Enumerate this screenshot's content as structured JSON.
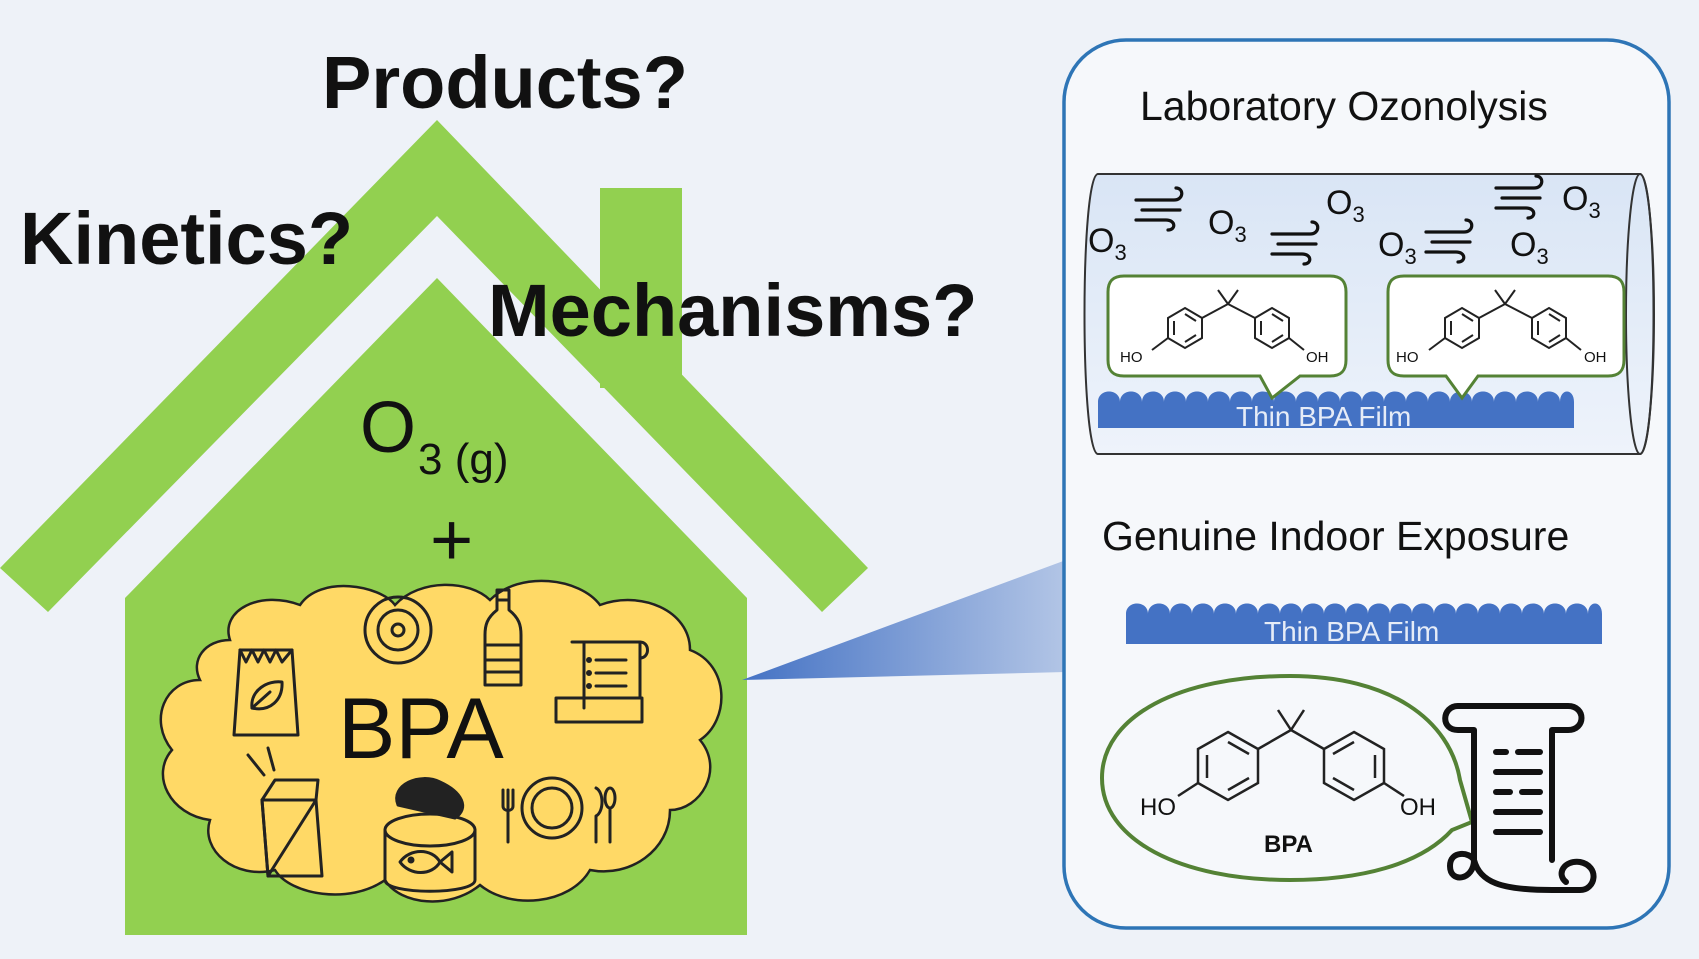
{
  "questions": {
    "products": "Products?",
    "kinetics": "Kinetics?",
    "mechanisms": "Mechanisms?"
  },
  "house": {
    "ozone_symbol": "O",
    "ozone_sub": "3 (g)",
    "plus": "+",
    "bpa_label": "BPA",
    "icons": [
      "cd-icon",
      "bottle-icon",
      "seed-bag-icon",
      "receipt-icon",
      "takeout-box-icon",
      "fish-can-icon",
      "plate-cutlery-icon"
    ]
  },
  "panel": {
    "lab_title": "Laboratory Ozonolysis",
    "ozone_O": "O",
    "ozone_sub": "3",
    "film_label": "Thin BPA Film",
    "mol_ho": "HO",
    "mol_oh": "OH",
    "indoor_title": "Genuine Indoor Exposure",
    "indoor_film_label": "Thin BPA Film",
    "big_mol_name": "BPA"
  },
  "colors": {
    "background": "#eef2f8",
    "house_green": "#92d050",
    "bpa_cloud": "#ffd966",
    "film_blue": "#4472c4",
    "panel_border": "#2e75b6",
    "bubble_border": "#548235"
  }
}
